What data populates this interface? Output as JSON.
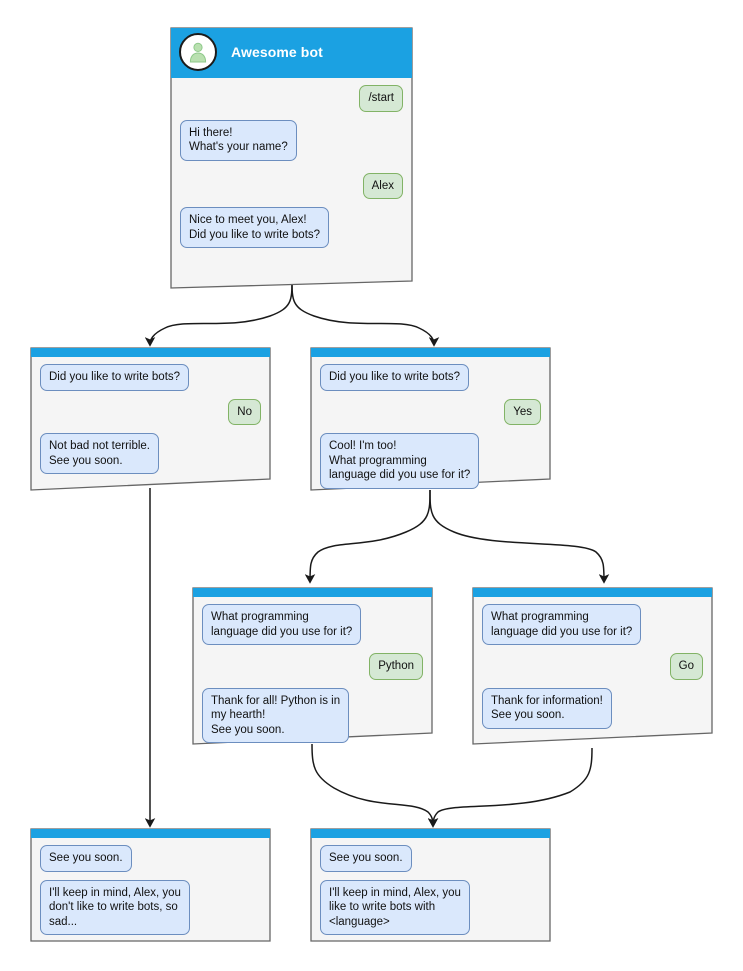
{
  "diagram": {
    "type": "chatbot-flow-diagram",
    "colors": {
      "header_blue": "#1ba1e2",
      "node_body": "#f5f5f5",
      "node_border": "#666666",
      "bot_bubble_fill": "#dae8fc",
      "bot_bubble_border": "#6c8ebf",
      "user_bubble_fill": "#d5e8d4",
      "user_bubble_border": "#82b366",
      "edge_stroke": "#1a1a1a",
      "avatar_person": "#b9e0b0"
    },
    "icons": {
      "avatar": "user-avatar-icon"
    }
  },
  "nodes": {
    "root": {
      "id": "root",
      "title": "Awesome bot",
      "messages": [
        {
          "side": "user",
          "text": "/start"
        },
        {
          "side": "bot",
          "text": "Hi there!\nWhat's your name?"
        },
        {
          "side": "user",
          "text": "Alex"
        },
        {
          "side": "bot",
          "text": "Nice to meet you, Alex!\nDid you like to write bots?"
        }
      ]
    },
    "no_branch": {
      "id": "no-branch",
      "messages": [
        {
          "side": "bot",
          "text": "Did you like to write bots?"
        },
        {
          "side": "user",
          "text": "No"
        },
        {
          "side": "bot",
          "text": "Not bad not terrible.\nSee you soon."
        }
      ]
    },
    "yes_branch": {
      "id": "yes-branch",
      "messages": [
        {
          "side": "bot",
          "text": "Did you like to write bots?"
        },
        {
          "side": "user",
          "text": "Yes"
        },
        {
          "side": "bot",
          "text": "Cool! I'm too!\nWhat programming\nlanguage did you use for it?"
        }
      ]
    },
    "python_branch": {
      "id": "python-branch",
      "messages": [
        {
          "side": "bot",
          "text": "What programming\nlanguage did you use for it?"
        },
        {
          "side": "user",
          "text": "Python"
        },
        {
          "side": "bot",
          "text": "Thank for all! Python is in\nmy hearth!\nSee you soon."
        }
      ]
    },
    "go_branch": {
      "id": "go-branch",
      "messages": [
        {
          "side": "bot",
          "text": "What programming\nlanguage did you use for it?"
        },
        {
          "side": "user",
          "text": "Go"
        },
        {
          "side": "bot",
          "text": "Thank for information!\nSee you soon."
        }
      ]
    },
    "end_no": {
      "id": "end-no",
      "messages": [
        {
          "side": "bot",
          "text": "See you soon."
        },
        {
          "side": "bot",
          "text": "I'll keep in mind, Alex, you\ndon't like to write bots, so\nsad..."
        }
      ]
    },
    "end_yes": {
      "id": "end-yes",
      "messages": [
        {
          "side": "bot",
          "text": "See you soon."
        },
        {
          "side": "bot",
          "text": "I'll keep in mind, Alex, you\nlike to write bots with\n<language>"
        }
      ]
    }
  }
}
